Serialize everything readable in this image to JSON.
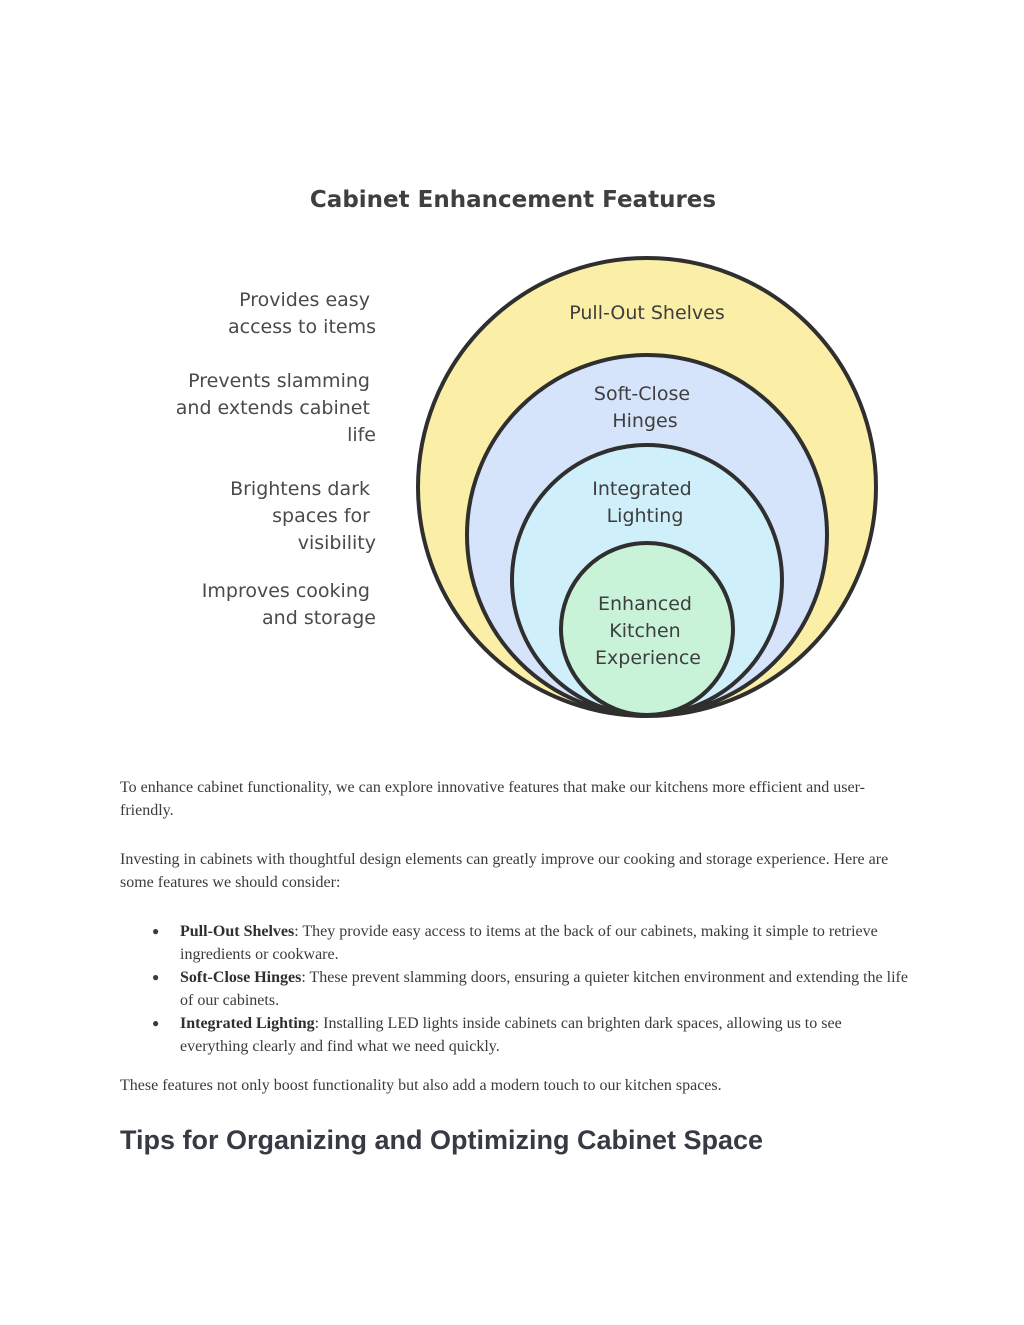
{
  "diagram": {
    "title": "Cabinet Enhancement Features",
    "rings": [
      {
        "label_lines": [
          "Pull-Out Shelves"
        ],
        "fill": "#fbeea6"
      },
      {
        "label_lines": [
          "Soft-Close",
          "Hinges"
        ],
        "fill": "#d6e4fb"
      },
      {
        "label_lines": [
          "Integrated",
          "Lighting"
        ],
        "fill": "#cfeffb"
      },
      {
        "label_lines": [
          "Enhanced",
          "Kitchen",
          "Experience"
        ],
        "fill": "#c9f3d8"
      }
    ],
    "descriptions": [
      {
        "lines": [
          "Provides easy",
          "access to items"
        ]
      },
      {
        "lines": [
          "Prevents slamming",
          "and extends cabinet",
          "life"
        ]
      },
      {
        "lines": [
          "Brightens dark",
          "spaces for",
          "visibility"
        ]
      },
      {
        "lines": [
          "Improves cooking",
          "and storage"
        ]
      }
    ],
    "outline_color": "#2f2f2f"
  },
  "article": {
    "intro_1": "To enhance cabinet functionality, we can explore innovative features that make our kitchens more efficient and user-friendly.",
    "intro_2": "Investing in cabinets with thoughtful design elements can greatly improve our cooking and storage experience. Here are some features we should consider:",
    "features": [
      {
        "name": "Pull-Out Shelves",
        "text": ": They provide easy access to items at the back of our cabinets, making it simple to retrieve ingredients or cookware."
      },
      {
        "name": "Soft-Close Hinges",
        "text": ": These prevent slamming doors, ensuring a quieter kitchen environment and extending the life of our cabinets."
      },
      {
        "name": "Integrated Lighting",
        "text": ": Installing LED lights inside cabinets can brighten dark spaces, allowing us to see everything clearly and find what we need quickly."
      }
    ],
    "bullet_glyph": "●",
    "closing": "These features not only boost functionality but also add a modern touch to our kitchen spaces.",
    "next_heading": "Tips for Organizing and Optimizing Cabinet Space"
  }
}
